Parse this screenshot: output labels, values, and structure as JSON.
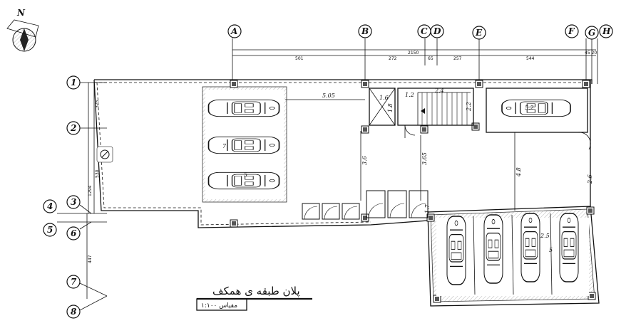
{
  "title": "پلان طبقه ی همکف",
  "scale_label": "مقیاس ۱:۱۰۰",
  "north_label": "N",
  "grid_columns": [
    {
      "label": "A"
    },
    {
      "label": "B"
    },
    {
      "label": "C"
    },
    {
      "label": "D"
    },
    {
      "label": "E"
    },
    {
      "label": "F"
    },
    {
      "label": "G"
    },
    {
      "label": "H"
    }
  ],
  "grid_rows": [
    {
      "label": "1"
    },
    {
      "label": "2"
    },
    {
      "label": "3"
    },
    {
      "label": "4"
    },
    {
      "label": "5"
    },
    {
      "label": "6"
    },
    {
      "label": "7"
    },
    {
      "label": "8"
    }
  ],
  "dimensions": {
    "overall_top": "2150",
    "seg_ab": "501",
    "seg_bc": "272",
    "seg_cd": "65",
    "seg_de": "257",
    "seg_ef": "544",
    "seg_fgh": "45 20",
    "left_1_2": "375",
    "left_2_3": "530",
    "left_overall": "1294",
    "left_6_7": "447",
    "d_505": "5.05",
    "d_16": "1.6",
    "d_12": "1.2",
    "d_24": "2.4",
    "d_22": "2.2",
    "d_18": "1.8",
    "d_36": "3.6",
    "d_365": "3.65",
    "d_48": "4.8",
    "d_25": "2.5",
    "d_17": "1.7",
    "d_26": "2.6",
    "d_5a": "5",
    "d_5b": "5",
    "d_7": "7",
    "d_52": "5.2"
  }
}
